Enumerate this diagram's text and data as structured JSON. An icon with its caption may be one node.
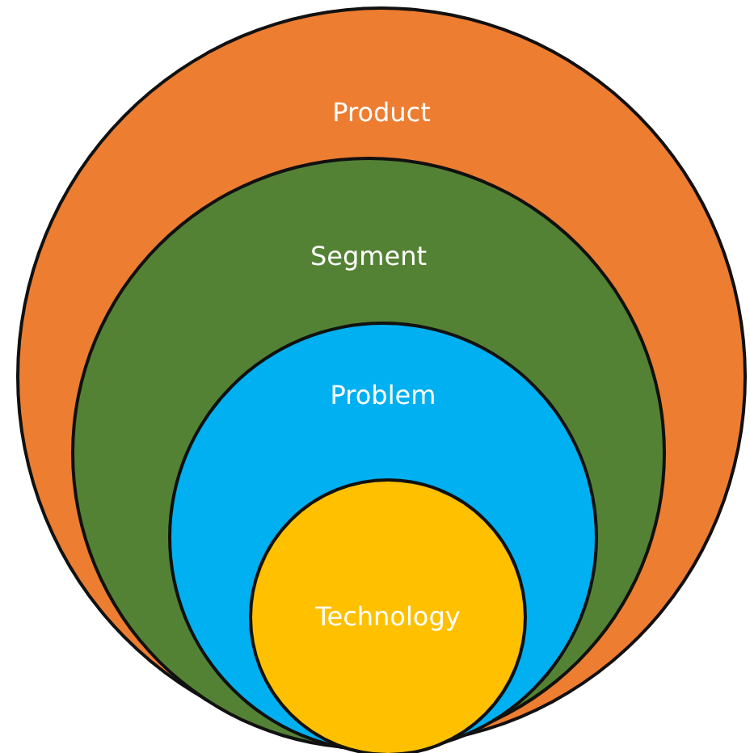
{
  "diagram": {
    "nodes": [
      {
        "text": [
          "Product"
        ]
      },
      {
        "text": [
          "Segment"
        ],
        "in": 0
      },
      {
        "text": [
          "Problem"
        ],
        "in": 1
      },
      {
        "text": [
          "Technology"
        ],
        "in": 2
      }
    ]
  }
}
